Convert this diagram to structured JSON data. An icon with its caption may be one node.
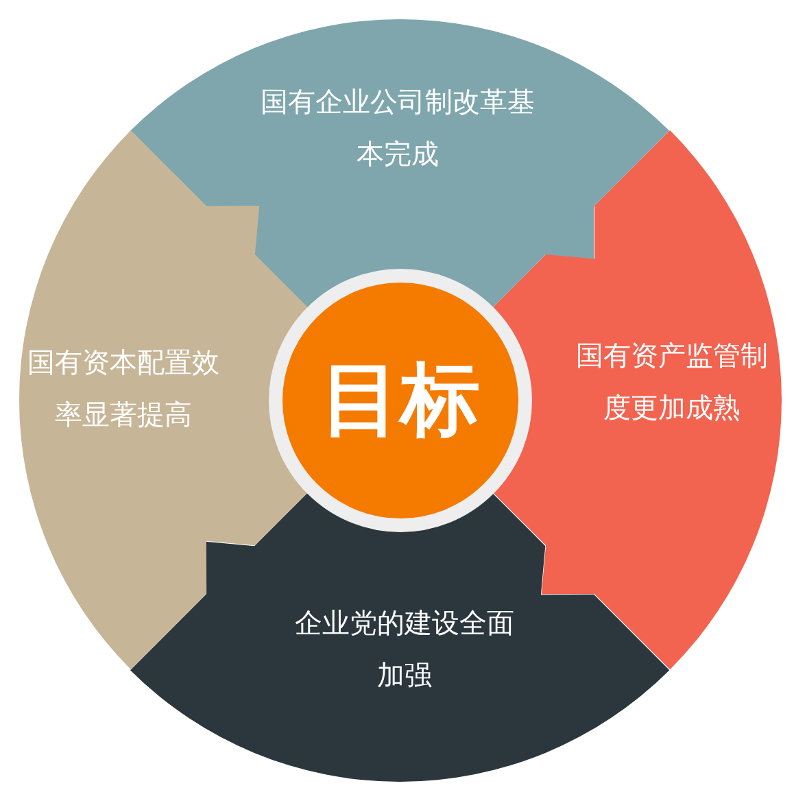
{
  "diagram": {
    "nodes": [
      {
        "text": [
          "国有企业公司制改革基本完成"
        ]
      },
      {
        "text": [
          "国有资产监管制度更加成熟"
        ]
      },
      {
        "text": [
          "企业党的建设全面加强"
        ]
      },
      {
        "text": [
          "国有资本配置效率显著提高"
        ]
      },
      {
        "text": [
          "目标"
        ]
      }
    ]
  }
}
